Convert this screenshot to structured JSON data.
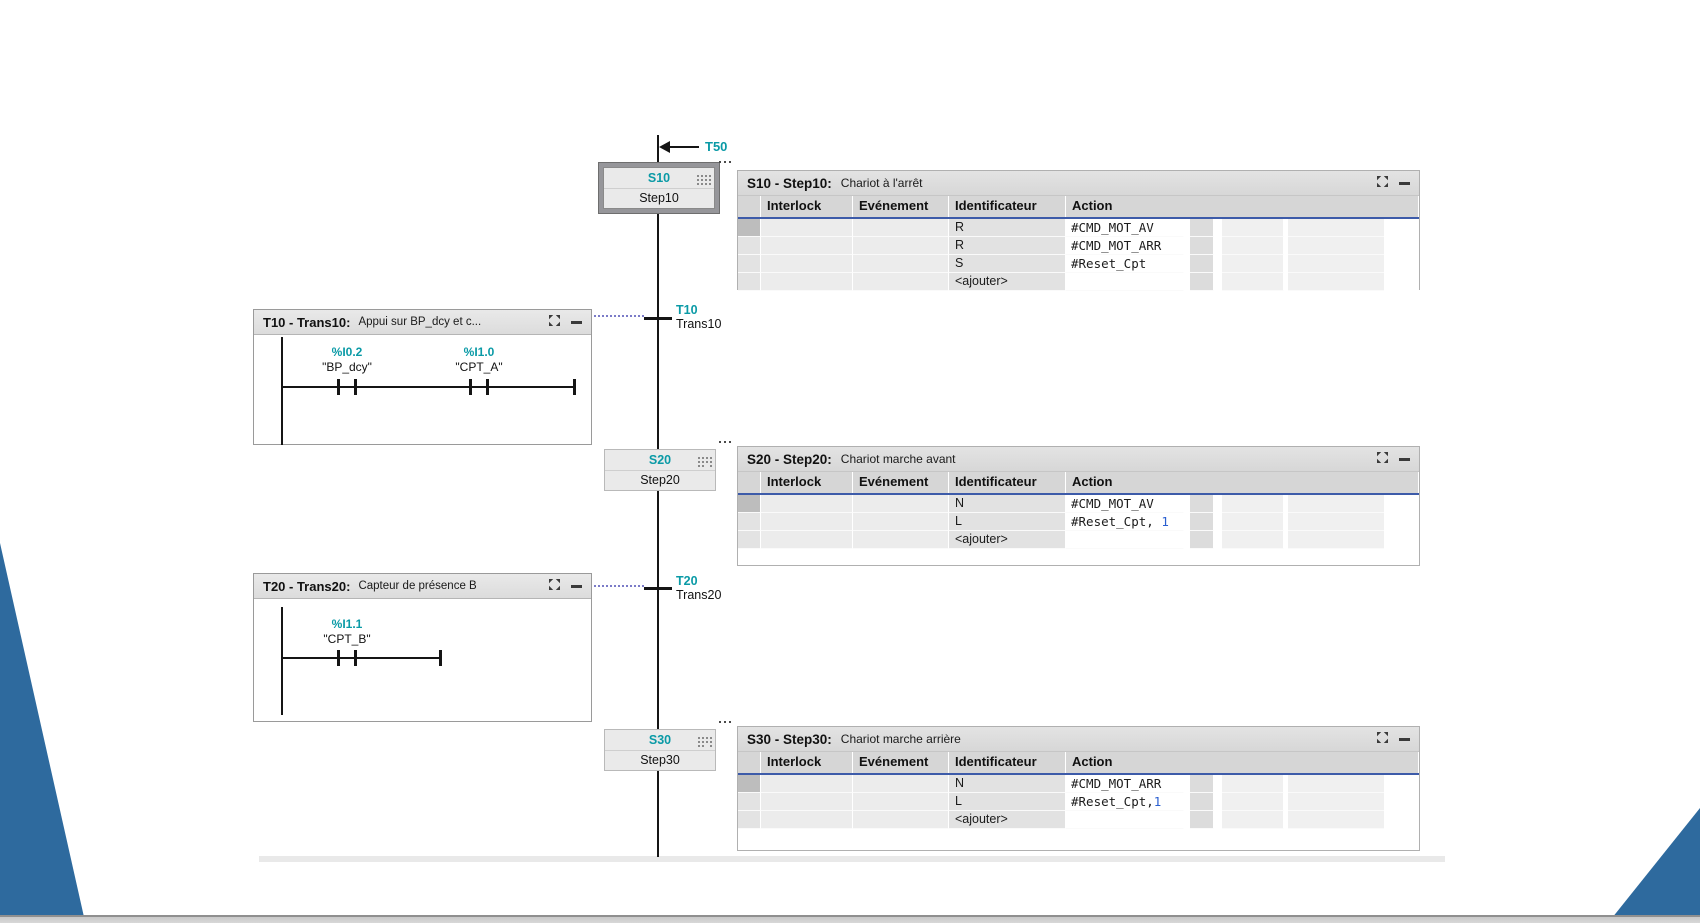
{
  "colors": {
    "teal": "#0a9aa6",
    "accent_blue": "#2e6a9e",
    "param_blue": "#2a5fd0"
  },
  "t50": {
    "label": "T50"
  },
  "table_headers": [
    "Interlock",
    "Evénement",
    "Identificateur",
    "Action"
  ],
  "ajouter": "<ajouter>",
  "steps": [
    {
      "id": "S10",
      "name": "Step10",
      "table": {
        "title": "S10 - Step10:",
        "comment": "Chariot à l'arrêt",
        "rows": [
          {
            "identifier": "R",
            "action": "#CMD_MOT_AV",
            "param": ""
          },
          {
            "identifier": "R",
            "action": "#CMD_MOT_ARR",
            "param": ""
          },
          {
            "identifier": "S",
            "action": "#Reset_Cpt",
            "param": ""
          },
          {
            "identifier": "<ajouter>",
            "action": "",
            "param": ""
          }
        ]
      }
    },
    {
      "id": "S20",
      "name": "Step20",
      "table": {
        "title": "S20 - Step20:",
        "comment": "Chariot marche avant",
        "rows": [
          {
            "identifier": "N",
            "action": "#CMD_MOT_AV",
            "param": ""
          },
          {
            "identifier": "L",
            "action": "#Reset_Cpt, ",
            "param": "1"
          },
          {
            "identifier": "<ajouter>",
            "action": "",
            "param": ""
          }
        ]
      }
    },
    {
      "id": "S30",
      "name": "Step30",
      "table": {
        "title": "S30 - Step30:",
        "comment": "Chariot marche arrière",
        "rows": [
          {
            "identifier": "N",
            "action": "#CMD_MOT_ARR",
            "param": ""
          },
          {
            "identifier": "L",
            "action": "#Reset_Cpt,",
            "param": "1"
          },
          {
            "identifier": "<ajouter>",
            "action": "",
            "param": ""
          }
        ]
      }
    }
  ],
  "transitions": [
    {
      "id": "T10",
      "name": "Trans10",
      "title": "T10 - Trans10:",
      "comment": "Appui sur BP_dcy et c...",
      "contacts": [
        {
          "address": "%I0.2",
          "tag": "\"BP_dcy\""
        },
        {
          "address": "%I1.0",
          "tag": "\"CPT_A\""
        }
      ]
    },
    {
      "id": "T20",
      "name": "Trans20",
      "title": "T20 - Trans20:",
      "comment": "Capteur de présence B",
      "contacts": [
        {
          "address": "%I1.1",
          "tag": "\"CPT_B\""
        }
      ]
    }
  ]
}
